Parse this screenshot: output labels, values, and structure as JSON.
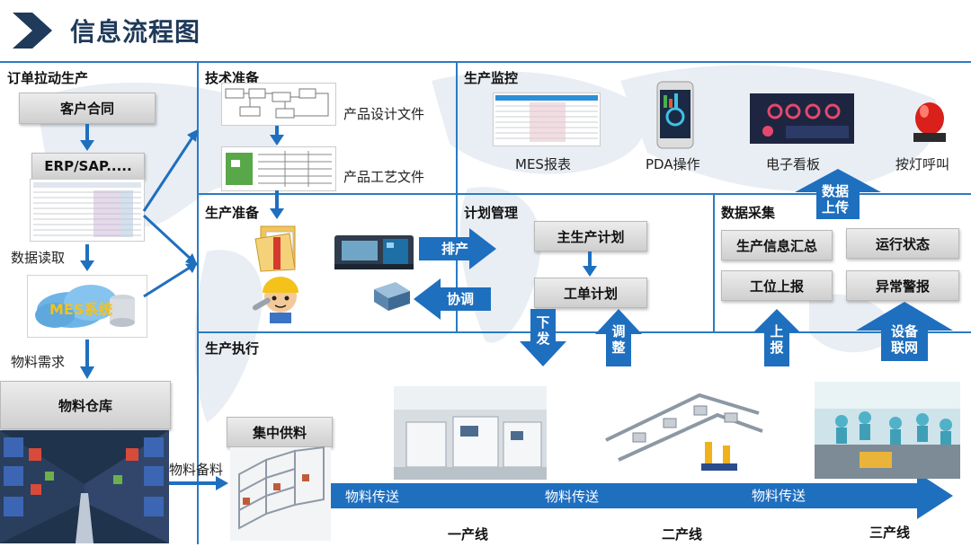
{
  "title": "信息流程图",
  "sections": {
    "order": "订单拉动生产",
    "tech": "技术准备",
    "monitor": "生产监控",
    "prep": "生产准备",
    "plan": "计划管理",
    "collect": "数据采集",
    "exec": "生产执行"
  },
  "order_boxes": {
    "contract": "客户合同",
    "erp": "ERP/SAP.....",
    "mes_logo": "MES系统",
    "warehouse": "物料仓库"
  },
  "order_labels": {
    "data_read": "数据读取",
    "material_need": "物料需求",
    "material_prep": "物料备料"
  },
  "tech_labels": {
    "design": "产品设计文件",
    "process": "产品工艺文件"
  },
  "monitor_labels": {
    "report": "MES报表",
    "pda": "PDA操作",
    "board": "电子看板",
    "call": "按灯呼叫"
  },
  "plan_boxes": {
    "master": "主生产计划",
    "work": "工单计划"
  },
  "collect_boxes": {
    "info": "生产信息汇总",
    "status": "运行状态",
    "station": "工位上报",
    "alarm": "异常警报"
  },
  "arrows": {
    "schedule": "排产",
    "coordinate": "协调",
    "dispatch": "下发",
    "adjust": "调整",
    "report": "上报",
    "upload": "数据上传",
    "device": "设备联网"
  },
  "exec": {
    "central": "集中供料",
    "flow": [
      "物料传送",
      "物料传送",
      "物料传送"
    ],
    "lines": [
      "一产线",
      "二产线",
      "三产线"
    ]
  },
  "colors": {
    "accent": "#1f6fbf",
    "line": "#2b7bc2",
    "title": "#1f3a5a"
  }
}
